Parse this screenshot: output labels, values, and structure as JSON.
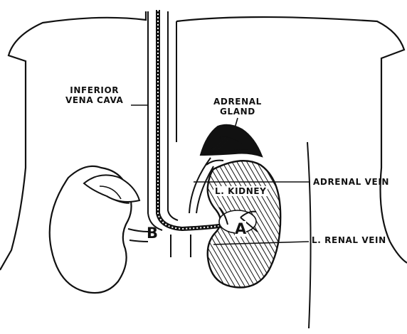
{
  "labels": {
    "ivc_line1": "INFERIOR",
    "ivc_line2": "VENA CAVA",
    "adrenal_gland_line1": "ADRENAL",
    "adrenal_gland_line2": "GLAND",
    "adrenal_vein": "ADRENAL VEIN",
    "l_kidney": "L. KIDNEY",
    "l_renal_vein": "L. RENAL VEIN",
    "point_a": "A",
    "point_b": "B"
  },
  "colors": {
    "ink": "#111111",
    "background": "#ffffff"
  }
}
